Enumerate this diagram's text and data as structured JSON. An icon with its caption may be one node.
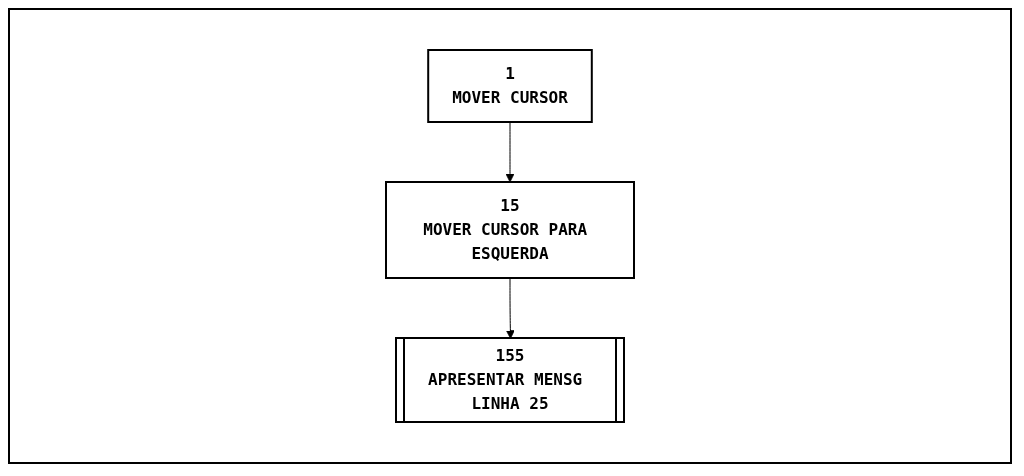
{
  "diagram": {
    "nodes": [
      {
        "text": [
          "1",
          "MOVER CURSOR"
        ]
      },
      {
        "text": [
          "15",
          "MOVER CURSOR PARA ESQUERDA"
        ]
      },
      {
        "text": [
          "155",
          "APRESENTAR MENSG LINHA 25"
        ]
      }
    ],
    "edges": [
      {
        "from": 0,
        "to": 1,
        "arrow": "to"
      },
      {
        "from": 1,
        "to": 2,
        "arrow": "to"
      }
    ]
  }
}
